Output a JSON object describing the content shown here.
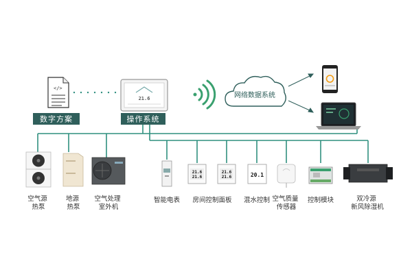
{
  "colors": {
    "line": "#2f8f7f",
    "box": "#2f5f5b",
    "wifi": "#3aa06f"
  },
  "top": {
    "digital_label": "数字方案",
    "control_label": "操作系统",
    "cloud_label": "网络数据系统",
    "panel_temp": "21.6"
  },
  "devices": [
    {
      "id": "air-source-heat-pump",
      "lines": [
        "空气源",
        "热泵"
      ]
    },
    {
      "id": "ground-source-heat-pump",
      "lines": [
        "地源",
        "热泵"
      ]
    },
    {
      "id": "air-handling-outdoor-unit",
      "lines": [
        "空气处理",
        "室外机"
      ]
    },
    {
      "id": "smart-meter",
      "lines": [
        "智能电表"
      ]
    },
    {
      "id": "room-control-panel",
      "lines": [
        "房间控制面板"
      ]
    },
    {
      "id": "water-mixing-control",
      "lines": [
        "混水控制"
      ]
    },
    {
      "id": "air-quality-sensor",
      "lines": [
        "空气质量",
        "传感器"
      ]
    },
    {
      "id": "control-module",
      "lines": [
        "控制模块"
      ]
    },
    {
      "id": "fresh-air-dehumidifier",
      "lines": [
        "双冷源",
        "新风除湿机"
      ]
    }
  ],
  "panel_readouts": {
    "room_panel_a": [
      "21.6",
      "21.6"
    ],
    "room_panel_b": [
      "21.6",
      "21.6"
    ],
    "water_mix": "20.1"
  }
}
